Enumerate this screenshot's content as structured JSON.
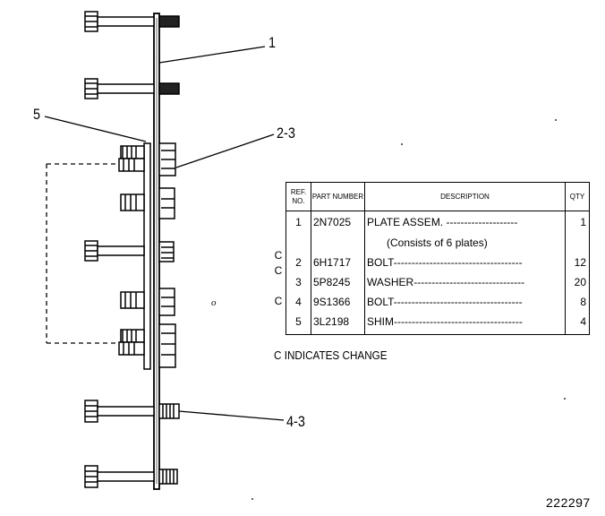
{
  "callouts": {
    "c1": "1",
    "c5": "5",
    "c23": "2-3",
    "c43": "4-3"
  },
  "table": {
    "headers": {
      "ref": "REF. NO.",
      "part": "PART NUMBER",
      "desc": "DESCRIPTION",
      "qty": "QTY"
    },
    "rows": [
      {
        "change": "",
        "ref": "1",
        "part": "2N7025",
        "desc": "PLATE ASSEM.",
        "qty": "1"
      },
      {
        "change": "",
        "ref": "",
        "part": "",
        "desc": "(Consists of 6 plates)",
        "qty": ""
      },
      {
        "change": "C",
        "ref": "2",
        "part": "6H1717",
        "desc": "BOLT",
        "qty": "12"
      },
      {
        "change": "C",
        "ref": "3",
        "part": "5P8245",
        "desc": "WASHER",
        "qty": "20"
      },
      {
        "change": "",
        "ref": "4",
        "part": "9S1366",
        "desc": "BOLT",
        "qty": "8"
      },
      {
        "change": "C",
        "ref": "5",
        "part": "3L2198",
        "desc": "SHIM",
        "qty": "4"
      }
    ]
  },
  "note": "C INDICATES CHANGE",
  "figure_number": "222297"
}
